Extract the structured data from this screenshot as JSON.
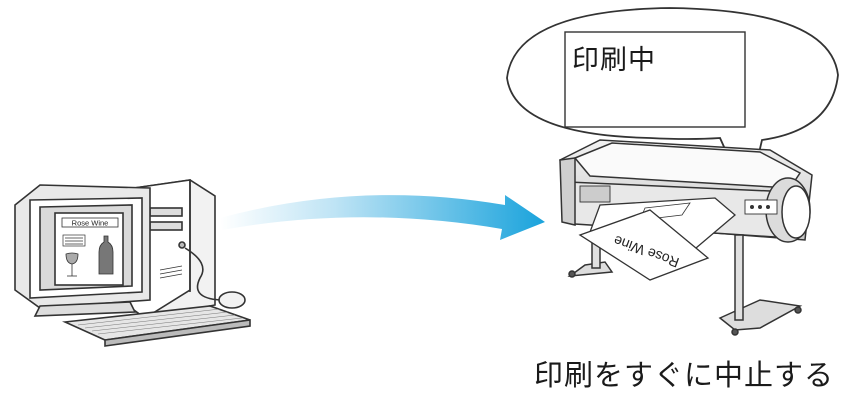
{
  "bubble": {
    "text": "印刷中"
  },
  "caption": {
    "text": "印刷をすぐに中止する"
  },
  "monitor_screen": {
    "title": "Rose Wine"
  },
  "printed_sheet": {
    "title": "Rose Wine"
  },
  "icons": [
    "computer-icon",
    "printer-icon",
    "arrow-icon",
    "speech-bubble-icon"
  ],
  "colors": {
    "arrow_start": "#d6eef9",
    "arrow_end": "#1aa3dc",
    "line": "#333333",
    "fill": "#ffffff",
    "shade": "#d9d9d9"
  }
}
